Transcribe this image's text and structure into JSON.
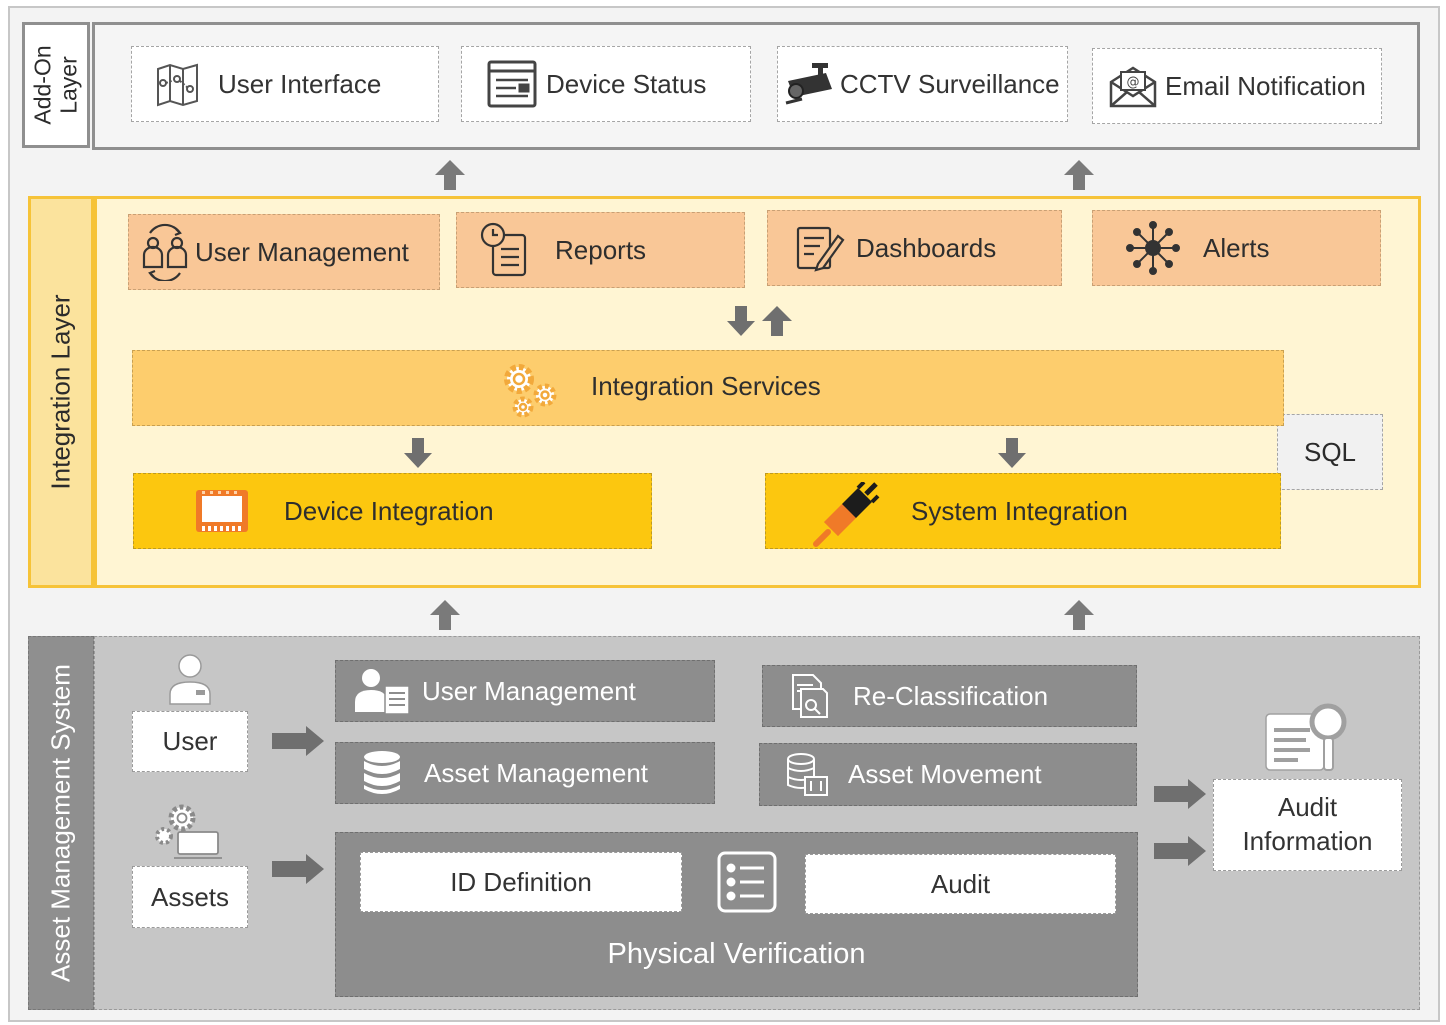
{
  "addon_layer": {
    "label": "Add-On Layer",
    "items": [
      {
        "label": "User Interface",
        "icon": "map-icon"
      },
      {
        "label": "Device Status",
        "icon": "status-panel-icon"
      },
      {
        "label": "CCTV Surveillance",
        "icon": "cctv-camera-icon"
      },
      {
        "label": "Email Notification",
        "icon": "email-envelope-icon"
      }
    ]
  },
  "integration_layer": {
    "label": "Integration Layer",
    "modules": [
      {
        "label": "User Management",
        "icon": "users-exchange-icon"
      },
      {
        "label": "Reports",
        "icon": "clock-document-icon"
      },
      {
        "label": "Dashboards",
        "icon": "edit-document-icon"
      },
      {
        "label": "Alerts",
        "icon": "network-hub-icon"
      }
    ],
    "services": {
      "label": "Integration Services",
      "icon": "gears-icon"
    },
    "device_integration": {
      "label": "Device Integration",
      "icon": "chip-icon"
    },
    "system_integration": {
      "label": "System Integration",
      "icon": "plug-icon"
    },
    "sql": "SQL"
  },
  "asset_management": {
    "label": "Asset Management System",
    "user": "User",
    "assets": "Assets",
    "user_management": "User Management",
    "asset_management": "Asset Management",
    "re_classification": "Re-Classification",
    "asset_movement": "Asset Movement",
    "id_definition": "ID Definition",
    "audit": "Audit",
    "physical_verification": "Physical Verification",
    "audit_information": "Audit Information"
  },
  "colors": {
    "addon_border": "#8f8f8f",
    "integration_border": "#f6c338",
    "integration_bg": "#fff5d3",
    "module_salmon": "#f9c797",
    "services_orange": "#fdcd6d",
    "integration_gold": "#fcc70f",
    "ams_bg": "#c6c6c6",
    "ams_box": "#8d8d8d",
    "arrow_gray": "#808080"
  }
}
